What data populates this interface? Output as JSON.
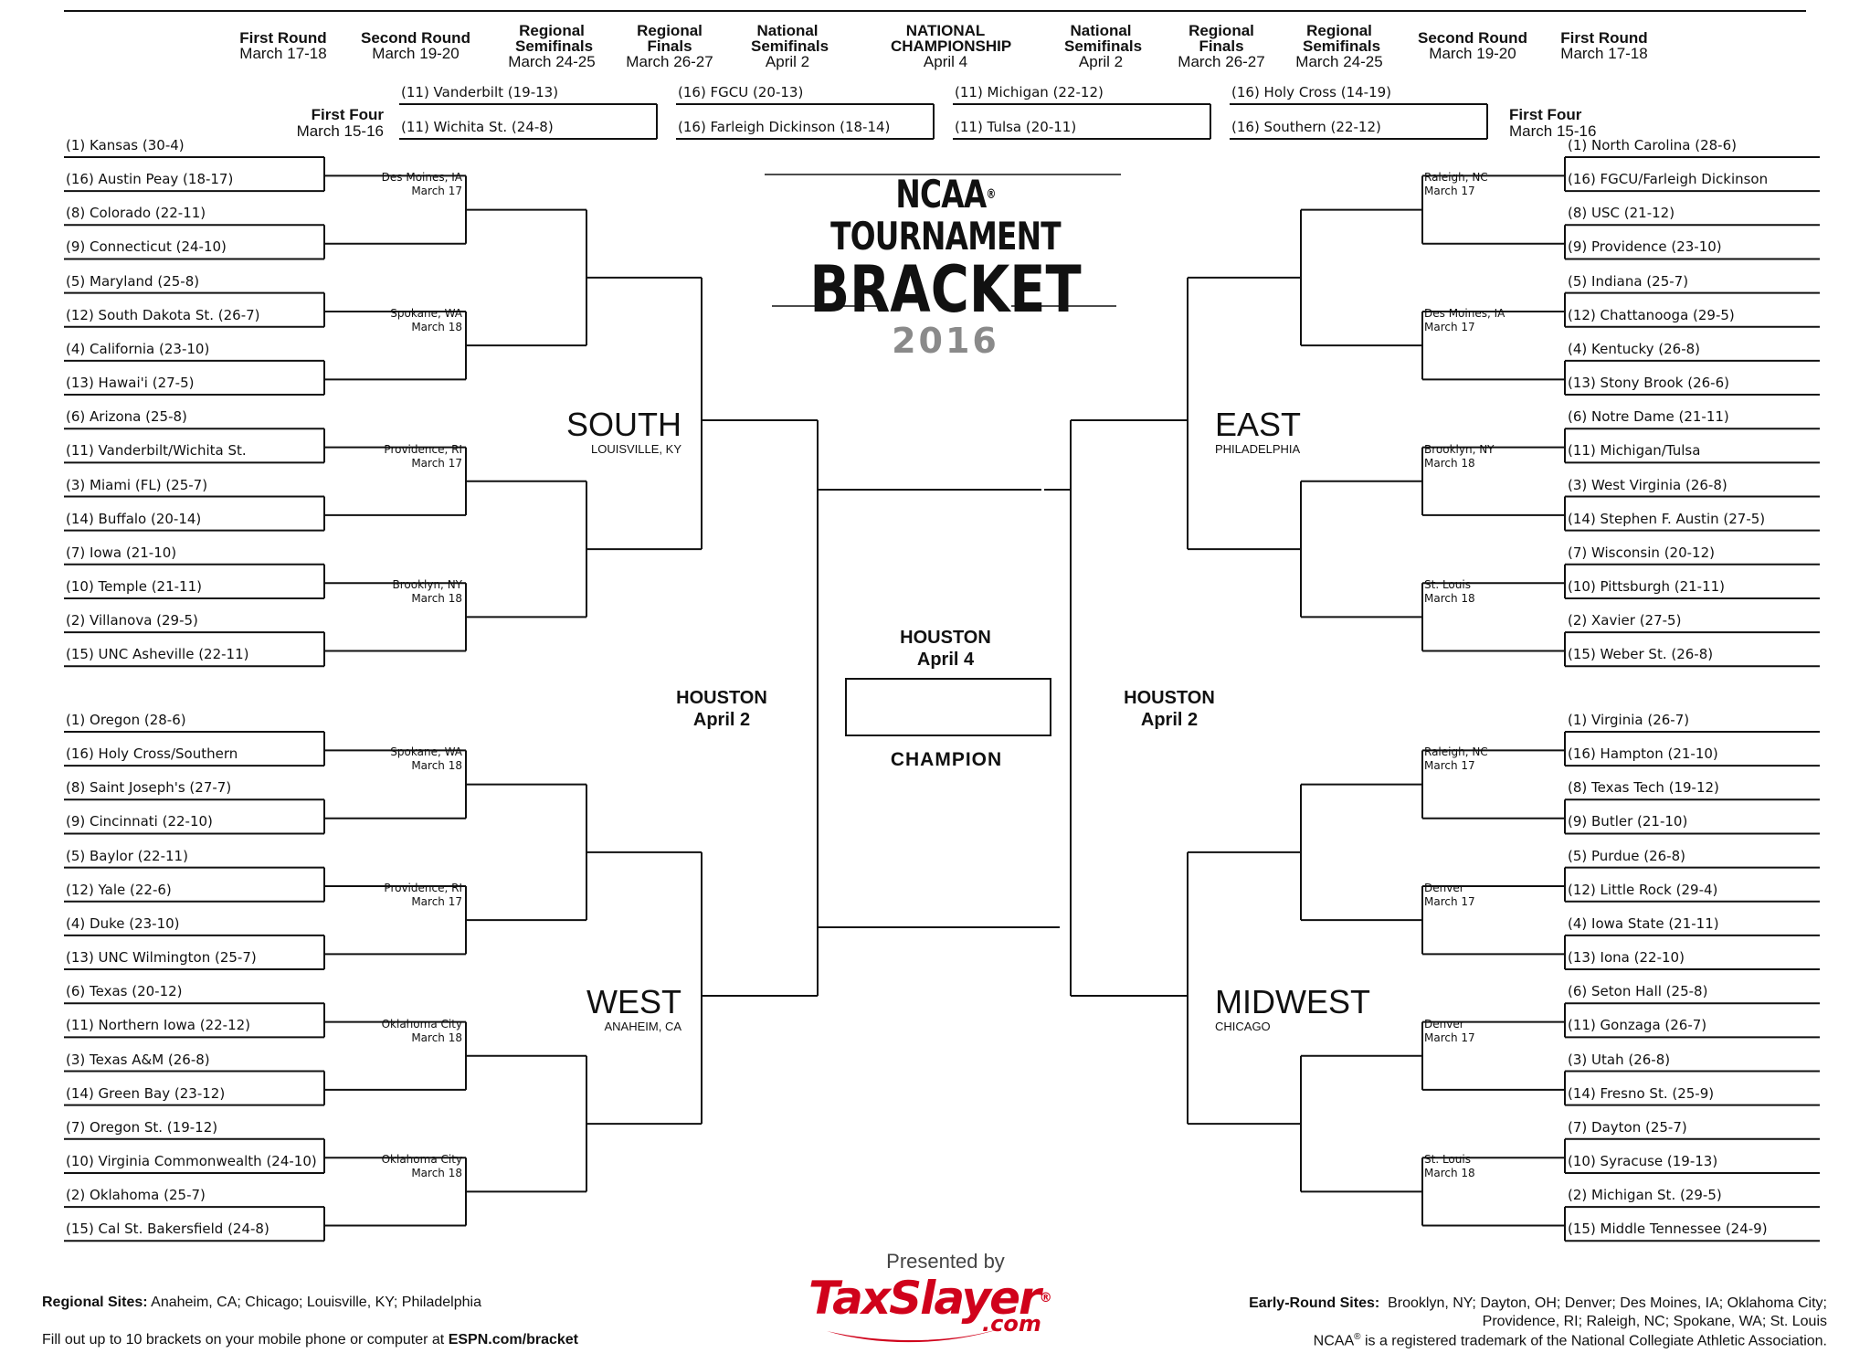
{
  "header": {
    "left_rounds": [
      {
        "name": "First Round",
        "dates": "March 17-18"
      },
      {
        "name": "Second Round",
        "dates": "March 19-20"
      },
      {
        "name": "Regional Semifinals",
        "dates": "March 24-25"
      },
      {
        "name": "Regional Finals",
        "dates": "March 26-27"
      },
      {
        "name": "National Semifinals",
        "dates": "April 2"
      }
    ],
    "championship": {
      "name": "NATIONAL CHAMPIONSHIP",
      "dates": "April 4"
    },
    "right_rounds": [
      {
        "name": "National Semifinals",
        "dates": "April 2"
      },
      {
        "name": "Regional Finals",
        "dates": "March 26-27"
      },
      {
        "name": "Regional Semifinals",
        "dates": "March 24-25"
      },
      {
        "name": "Second Round",
        "dates": "March 19-20"
      },
      {
        "name": "First Round",
        "dates": "March 17-18"
      }
    ]
  },
  "first_four": {
    "label": "First Four",
    "dates": "March 15-16",
    "games": [
      [
        "(11) Vanderbilt (19-13)",
        "(11) Wichita St. (24-8)"
      ],
      [
        "(16) FGCU (20-13)",
        "(16) Farleigh Dickinson (18-14)"
      ],
      [
        "(11) Michigan (22-12)",
        "(11) Tulsa (20-11)"
      ],
      [
        "(16) Holy Cross (14-19)",
        "(16) Southern (22-12)"
      ]
    ]
  },
  "logo": {
    "line1": "NCAA",
    "reg": "®",
    "line1b": "TOURNAMENT",
    "line2": "BRACKET",
    "year": "2016"
  },
  "regions": {
    "south": {
      "name": "SOUTH",
      "site": "LOUISVILLE, KY",
      "teams": [
        "(1) Kansas (30-4)",
        "(16) Austin Peay (18-17)",
        "(8) Colorado (22-11)",
        "(9) Connecticut (24-10)",
        "(5) Maryland (25-8)",
        "(12) South Dakota St. (26-7)",
        "(4) California (23-10)",
        "(13) Hawai'i (27-5)",
        "(6) Arizona (25-8)",
        "(11) Vanderbilt/Wichita St.",
        "(3) Miami (FL) (25-7)",
        "(14) Buffalo (20-14)",
        "(7) Iowa (21-10)",
        "(10) Temple (21-11)",
        "(2) Villanova (29-5)",
        "(15) UNC Asheville (22-11)"
      ],
      "sites": [
        [
          "Des Moines, IA",
          "March 17"
        ],
        [
          "Spokane, WA",
          "March 18"
        ],
        [
          "Providence, RI",
          "March 17"
        ],
        [
          "Brooklyn, NY",
          "March 18"
        ]
      ]
    },
    "west": {
      "name": "WEST",
      "site": "ANAHEIM, CA",
      "teams": [
        "(1) Oregon (28-6)",
        "(16) Holy Cross/Southern",
        "(8) Saint Joseph's (27-7)",
        "(9) Cincinnati (22-10)",
        "(5) Baylor (22-11)",
        "(12) Yale (22-6)",
        "(4) Duke (23-10)",
        "(13) UNC Wilmington (25-7)",
        "(6) Texas (20-12)",
        "(11) Northern Iowa (22-12)",
        "(3) Texas A&M (26-8)",
        "(14) Green Bay (23-12)",
        "(7) Oregon St. (19-12)",
        "(10) Virginia Commonwealth (24-10)",
        "(2) Oklahoma (25-7)",
        "(15) Cal St. Bakersfield (24-8)"
      ],
      "sites": [
        [
          "Spokane, WA",
          "March 18"
        ],
        [
          "Providence, RI",
          "March 17"
        ],
        [
          "Oklahoma City",
          "March 18"
        ],
        [
          "Oklahoma City",
          "March 18"
        ]
      ]
    },
    "east": {
      "name": "EAST",
      "site": "PHILADELPHIA",
      "teams": [
        "(1) North Carolina (28-6)",
        "(16) FGCU/Farleigh Dickinson",
        "(8) USC (21-12)",
        "(9) Providence (23-10)",
        "(5) Indiana (25-7)",
        "(12) Chattanooga (29-5)",
        "(4) Kentucky (26-8)",
        "(13) Stony Brook (26-6)",
        "(6) Notre Dame (21-11)",
        "(11) Michigan/Tulsa",
        "(3) West Virginia (26-8)",
        "(14) Stephen F. Austin (27-5)",
        "(7) Wisconsin (20-12)",
        "(10) Pittsburgh (21-11)",
        "(2) Xavier (27-5)",
        "(15) Weber St. (26-8)"
      ],
      "sites": [
        [
          "Raleigh, NC",
          "March 17"
        ],
        [
          "Des Moines, IA",
          "March 17"
        ],
        [
          "Brooklyn, NY",
          "March 18"
        ],
        [
          "St. Louis",
          "March 18"
        ]
      ]
    },
    "midwest": {
      "name": "MIDWEST",
      "site": "CHICAGO",
      "teams": [
        "(1) Virginia (26-7)",
        "(16) Hampton (21-10)",
        "(8) Texas Tech (19-12)",
        "(9) Butler (21-10)",
        "(5) Purdue (26-8)",
        "(12) Little Rock (29-4)",
        "(4) Iowa State (21-11)",
        "(13) Iona (22-10)",
        "(6) Seton Hall (25-8)",
        "(11) Gonzaga (26-7)",
        "(3) Utah (26-8)",
        "(14) Fresno St. (25-9)",
        "(7) Dayton (25-7)",
        "(10) Syracuse (19-13)",
        "(2) Michigan St. (29-5)",
        "(15) Middle Tennessee (24-9)"
      ],
      "sites": [
        [
          "Raleigh, NC",
          "March 17"
        ],
        [
          "Denver",
          "March 17"
        ],
        [
          "Denver",
          "March 17"
        ],
        [
          "St. Louis",
          "March 18"
        ]
      ]
    }
  },
  "final_four": {
    "left": {
      "city": "HOUSTON",
      "date": "April 2"
    },
    "right": {
      "city": "HOUSTON",
      "date": "April 2"
    },
    "final": {
      "city": "HOUSTON",
      "date": "April 4"
    },
    "champion_label": "CHAMPION"
  },
  "sponsor": {
    "presented_by": "Presented by",
    "brand": "TaxSlayer",
    "brand_reg": "®",
    "brand_tld": ".com"
  },
  "footer": {
    "regional_sites_label": "Regional Sites:",
    "regional_sites": "Anaheim, CA; Chicago; Louisville, KY; Philadelphia",
    "fill_out_prefix": "Fill out up to 10 brackets on your mobile phone or computer at",
    "fill_out_link": "ESPN.com/bracket",
    "early_sites_label": "Early-Round Sites:",
    "early_sites_line1": "Brooklyn, NY; Dayton, OH; Denver; Des Moines, IA; Oklahoma City;",
    "early_sites_line2": "Providence, RI; Raleigh, NC; Spokane, WA; St. Louis",
    "trademark_prefix": "NCAA",
    "trademark_reg": "®",
    "trademark_text": "is a registered trademark of the National Collegiate Athletic Association."
  },
  "colors": {
    "line": "#111111",
    "logo_gray": "#8a8a8a",
    "brand_red": "#d0021b"
  }
}
